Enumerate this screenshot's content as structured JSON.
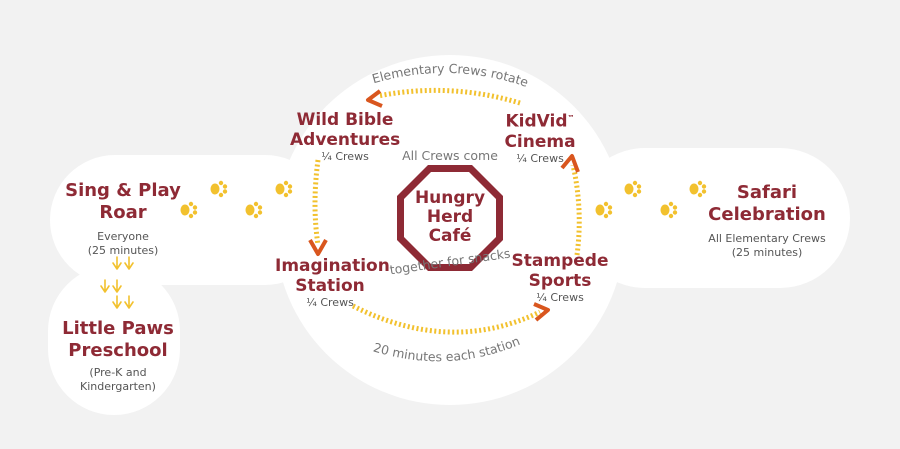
{
  "diagram": {
    "stations": {
      "sing_play": {
        "title_1": "Sing & Play",
        "title_2": "Roar",
        "detail_1": "Everyone",
        "detail_2": "(25 minutes)"
      },
      "little_paws": {
        "title_1": "Little Paws",
        "title_2": "Preschool",
        "detail_1": "(Pre-K and",
        "detail_2": "Kindergarten)"
      },
      "wild_bible": {
        "title_1": "Wild Bible",
        "title_2": "Adventures",
        "detail": "¼ Crews"
      },
      "kidvid": {
        "title_1": "KidVid",
        "trademark": "™",
        "title_2": "Cinema",
        "detail": "¼ Crews"
      },
      "imagination": {
        "title_1": "Imagination",
        "title_2": "Station",
        "detail": "¼ Crews"
      },
      "stampede": {
        "title_1": "Stampede",
        "title_2": "Sports",
        "detail": "¼ Crews"
      },
      "safari": {
        "title_1": "Safari",
        "title_2": "Celebration",
        "detail_1": "All Elementary Crews",
        "detail_2": "(25 minutes)"
      }
    },
    "cafe": {
      "line_1": "Hungry",
      "line_2": "Herd",
      "line_3": "Café"
    },
    "flow_labels": {
      "top": "Elementary Crews rotate",
      "center_top": "All Crews come",
      "center_bottom": "together for snacks",
      "bottom": "20 minutes each station"
    },
    "colors": {
      "background": "#f2f2f2",
      "panel": "#ffffff",
      "title": "#8e2a35",
      "paw": "#f2c12e",
      "arrow_head": "#d9561e",
      "dots": "#f2c12e",
      "text": "#555555"
    },
    "icons": [
      "paw-print-icon",
      "bird-track-icon",
      "octagon-logo-icon",
      "arrow-head-icon"
    ]
  }
}
